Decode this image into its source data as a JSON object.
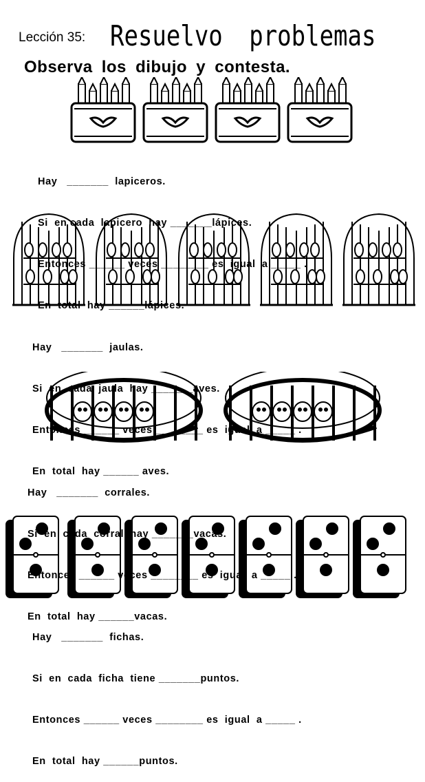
{
  "header": {
    "lesson": "Lección 35:",
    "title": "Resuelvo  problemas",
    "instruction": "Observa  los  dibujo  y  contesta."
  },
  "sections": [
    {
      "picture": "pencil-cup",
      "count": 4,
      "lines": [
        "Hay   _______  lapiceros.",
        "Si  en cada  lapicero  hay _______lápices.",
        "Entonces ______ veces ________ es  igual  a _____ .",
        "En  total  hay ______lápices."
      ]
    },
    {
      "picture": "bird-cage",
      "count": 5,
      "lines": [
        "Hay   _______  jaulas.",
        "Si  en  cada  jaula  hay _______aves.",
        "Entonces ______ veces ________ es  igual  a _____ .",
        "En  total  hay ______ aves."
      ]
    },
    {
      "picture": "cow-corral",
      "count": 2,
      "lines": [
        "Hay   _______  corrales.",
        "Si  en  cada  corral  hay _______vacas.",
        "Entonces ______ veces ________ es  igual  a _____ .",
        "En  total  hay ______vacas."
      ]
    },
    {
      "picture": "domino-tile",
      "count": 7,
      "lines": [
        "Hay   _______  fichas.",
        "Si  en  cada  ficha  tiene _______puntos.",
        "Entonces ______ veces ________ es  igual  a _____ .",
        "En  total  hay ______puntos."
      ]
    }
  ]
}
